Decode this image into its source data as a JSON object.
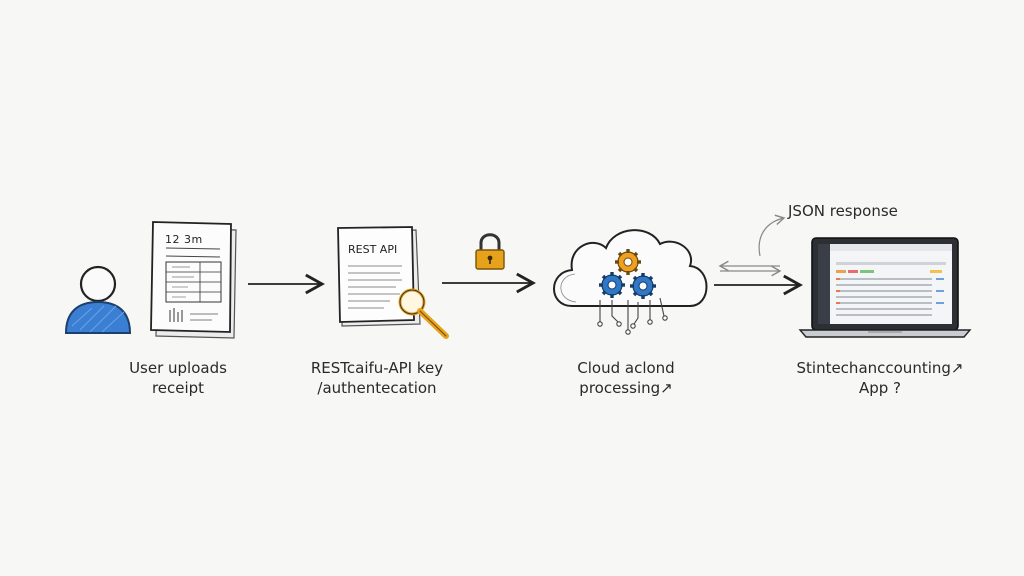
{
  "steps": [
    {
      "line1": "User uploads",
      "line2": "receipt"
    },
    {
      "line1": "RESTcaifu-API key",
      "line2": "/authentecation"
    },
    {
      "line1": "Cloud aclond",
      "line2": "processing↗"
    },
    {
      "line1": "Stintechanccounting↗",
      "line2": "App ?"
    }
  ],
  "receipt": {
    "number": "12 3m"
  },
  "api_doc": {
    "title": "REST API"
  },
  "json_response": "JSON response",
  "colors": {
    "user": "#3b7fd4",
    "lock": "#e7a21c",
    "gear_orange": "#f0a020",
    "gear_blue": "#2f78c8",
    "magnifier": "#e8a21e"
  },
  "icons": [
    "user-icon",
    "receipt-icon",
    "document-icon",
    "magnifier-icon",
    "lock-icon",
    "cloud-icon",
    "gear-icon",
    "laptop-icon"
  ]
}
